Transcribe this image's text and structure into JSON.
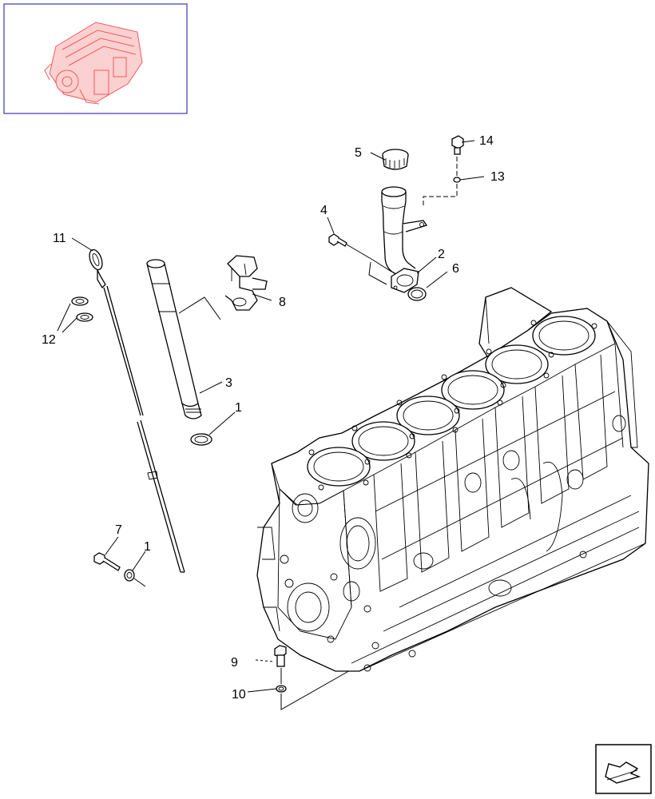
{
  "diagram": {
    "callouts": [
      "1",
      "2",
      "3",
      "4",
      "5",
      "6",
      "7",
      "8",
      "9",
      "10",
      "11",
      "12",
      "13",
      "14"
    ],
    "callout_1b": "1",
    "thumbnail": {
      "highlight_color": "#f25a5a",
      "frame_color": "#3a3ab8"
    },
    "nav": {
      "icon": "return-arrow-icon"
    }
  }
}
